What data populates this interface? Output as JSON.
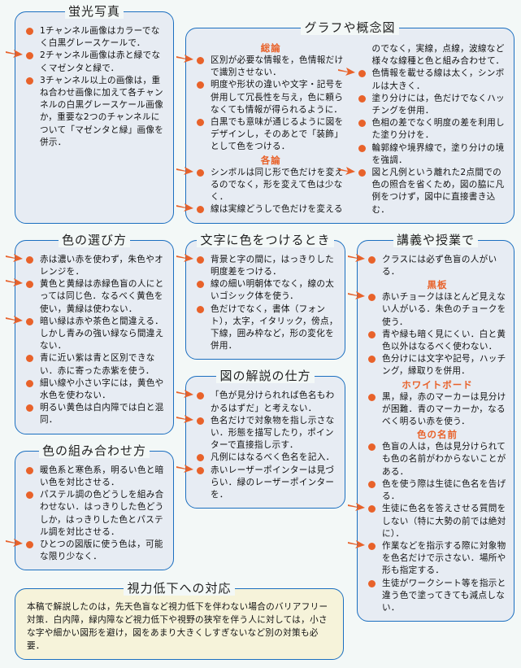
{
  "colors": {
    "border": "#1b6fc0",
    "bullet": "#e8622a",
    "box": "#e7ecf3",
    "note": "#f6f3da"
  },
  "sections": {
    "fluorescence": {
      "title": "蛍光写真",
      "items": [
        {
          "text": "1チャンネル画像はカラーでなく白黒グレースケールで．",
          "arrow": false
        },
        {
          "text": "2チャンネル画像は赤と緑でなくマゼンタと緑で．",
          "arrow": true
        },
        {
          "text": "3チャンネル以上の画像は，重ね合わせ画像に加えて各チャンネルの白黒グレースケール画像か，重要な2つのチャンネルについて「マゼンタと緑」画像を併示．",
          "arrow": false
        }
      ]
    },
    "graphs": {
      "title": "グラフや概念図",
      "left": [
        {
          "type": "sub",
          "text": "総論"
        },
        {
          "text": "区別が必要な情報を，色情報だけで識別させない．",
          "arrow": true
        },
        {
          "text": "明度や形状の違いや文字・記号を併用して冗長性を与え，色に頼らなくても情報が得られるように．",
          "arrow": false
        },
        {
          "text": "白黒でも意味が通じるように図をデザインし，そのあとで「装飾」として色をつける．",
          "arrow": false
        },
        {
          "type": "sub",
          "text": "各論"
        },
        {
          "text": "シンボルは同じ形で色だけを変えるのでなく，形を変えて色は少なく．",
          "arrow": true
        },
        {
          "text": "線は実線どうしで色だけを変える",
          "arrow": true
        }
      ],
      "right": [
        {
          "type": "para",
          "text": "のでなく，実線，点線，波線など様々な線種と色と組み合わせて．"
        },
        {
          "text": "色情報を載せる線は太く，シンボルは大きく．",
          "arrow": true
        },
        {
          "text": "塗り分けには，色だけでなくハッチングを併用．",
          "arrow": false
        },
        {
          "text": "色相の差でなく明度の差を利用した塗り分けを．",
          "arrow": false
        },
        {
          "text": "輪郭線や境界線で，塗り分けの境を強調．",
          "arrow": false
        },
        {
          "text": "図と凡例という離れた2点間での色の照合を省くため，図の脇に凡例をつけず，図中に直接書き込む．",
          "arrow": true
        }
      ]
    },
    "color_choice": {
      "title": "色の選び方",
      "items": [
        {
          "text": "赤は濃い赤を使わず，朱色やオレンジを．",
          "arrow": true
        },
        {
          "text": "黄色と黄緑は赤緑色盲の人にとっては同じ色．なるべく黄色を使い，黄緑は使わない．",
          "arrow": true
        },
        {
          "text": "暗い緑は赤や茶色と間違える．しかし青みの強い緑なら間違えない．",
          "arrow": true
        },
        {
          "text": "青に近い紫は青と区別できない．赤に寄った赤紫を使う．",
          "arrow": false
        },
        {
          "text": "細い線や小さい字には，黄色や水色を使わない．",
          "arrow": false
        },
        {
          "text": "明るい黄色は白内障では白と混同．",
          "arrow": false
        }
      ]
    },
    "text_color": {
      "title": "文字に色をつけるとき",
      "items": [
        {
          "text": "背景と字の間に，はっきりした明度差をつける．",
          "arrow": true
        },
        {
          "text": "線の細い明朝体でなく，線の太いゴシック体を使う．",
          "arrow": false
        },
        {
          "text": "色だけでなく，書体（フォント），太字，イタリック，傍点，下線，囲み枠など，形の変化を併用．",
          "arrow": false
        }
      ]
    },
    "lecture": {
      "title": "講義や授業で",
      "items": [
        {
          "text": "クラスには必ず色盲の人がいる．",
          "arrow": true
        },
        {
          "type": "sub",
          "text": "黒板"
        },
        {
          "text": "赤いチョークはほとんど見えない人がいる．朱色のチョークを使う．",
          "arrow": true
        },
        {
          "text": "青や緑も暗く見にくい．白と黄色以外はなるべく使わない．",
          "arrow": false
        },
        {
          "text": "色分けには文字や記号，ハッチング，縁取りを併用．",
          "arrow": false
        },
        {
          "type": "sub",
          "text": "ホワイトボード"
        },
        {
          "text": "黒，緑，赤のマーカーは見分けが困難．青のマーカーか，なるべく明るい赤を使う．",
          "arrow": false
        },
        {
          "type": "sub",
          "text": "色の名前"
        },
        {
          "text": "色盲の人は，色は見分けられても色の名前がわからないことがある．",
          "arrow": false
        },
        {
          "text": "色を使う際は生徒に色名を告げる．",
          "arrow": false
        },
        {
          "text": "生徒に色名を答えさせる質問をしない（特に大勢の前では絶対に）．",
          "arrow": true
        },
        {
          "text": "作業などを指示する際に対象物を色名だけで示さない．場所や形も指定する．",
          "arrow": true
        },
        {
          "text": "生徒がワークシート等を指示と違う色で塗ってきても減点しない．",
          "arrow": false
        }
      ]
    },
    "combination": {
      "title": "色の組み合わせ方",
      "items": [
        {
          "text": "暖色系と寒色系，明るい色と暗い色を対比させる．",
          "arrow": false
        },
        {
          "text": "パステル調の色どうしを組み合わせない．はっきりした色どうしか，はっきりした色とパステル調を対比させる．",
          "arrow": false
        },
        {
          "text": "ひとつの図版に使う色は，可能な限り少なく．",
          "arrow": true
        }
      ]
    },
    "figure_explain": {
      "title": "図の解説の仕方",
      "items": [
        {
          "text": "「色が見分けられれば色名もわかるはずだ」と考えない．",
          "arrow": true
        },
        {
          "text": "色名だけで対象物を指し示さない．形態を描写したり，ポインターで直接指し示す．",
          "arrow": true
        },
        {
          "text": "凡例にはなるべく色名を記入．",
          "arrow": false
        },
        {
          "text": "赤いレーザーポインターは見づらい．緑のレーザーポインターを．",
          "arrow": true
        }
      ]
    },
    "low_vision": {
      "title": "視力低下への対応",
      "text": "本稿で解説したのは，先天色盲など視力低下を伴わない場合のバリアフリー対策．白内障，緑内障など視力低下や視野の狭窄を伴う人に対しては，小さな字や細かい図形を避け，図をあまり大きくしすぎないなど別の対策も必要．"
    }
  }
}
